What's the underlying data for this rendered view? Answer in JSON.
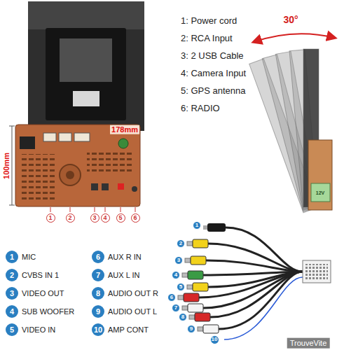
{
  "diagram": {
    "nodes": [
      {
        "text": [
          "1"
        ]
      },
      {
        "text": [
          "2"
        ]
      },
      {
        "text": [
          "3"
        ]
      },
      {
        "text": [
          "4"
        ]
      },
      {
        "text": [
          "5"
        ]
      },
      {
        "text": [
          "6"
        ]
      },
      {
        "text": [
          "1"
        ]
      },
      {
        "text": [
          "2"
        ]
      },
      {
        "text": [
          "3"
        ]
      },
      {
        "text": [
          "4"
        ]
      },
      {
        "text": [
          "5"
        ]
      },
      {
        "text": [
          "6"
        ]
      },
      {
        "text": [
          "7"
        ]
      },
      {
        "text": [
          "8"
        ]
      },
      {
        "text": [
          "9"
        ]
      },
      {
        "text": [
          "10"
        ]
      },
      {
        "text": [
          "1"
        ]
      },
      {
        "text": [
          "2"
        ]
      },
      {
        "text": [
          "3"
        ]
      },
      {
        "text": [
          "4"
        ]
      },
      {
        "text": [
          "5"
        ]
      },
      {
        "text": [
          "6"
        ]
      },
      {
        "text": [
          "7"
        ]
      },
      {
        "text": [
          "8"
        ]
      },
      {
        "text": [
          "9"
        ]
      },
      {
        "text": [
          "10"
        ]
      }
    ],
    "labels": [
      "1: Power cord",
      "2: RCA Input",
      "3: 2 USB Cable",
      "4: Camera Input",
      "5: GPS antenna",
      "6: RADIO",
      "178mm",
      "100mm",
      "30°",
      "12V",
      "MIC",
      "CVBS IN 1",
      "VIDEO OUT",
      "SUB WOOFER",
      "VIDEO IN",
      "AUX R IN",
      "AUX L IN",
      "AUDIO OUT R",
      "AUDIO OUT L",
      "AMP CONT",
      "TrouveVite"
    ]
  }
}
